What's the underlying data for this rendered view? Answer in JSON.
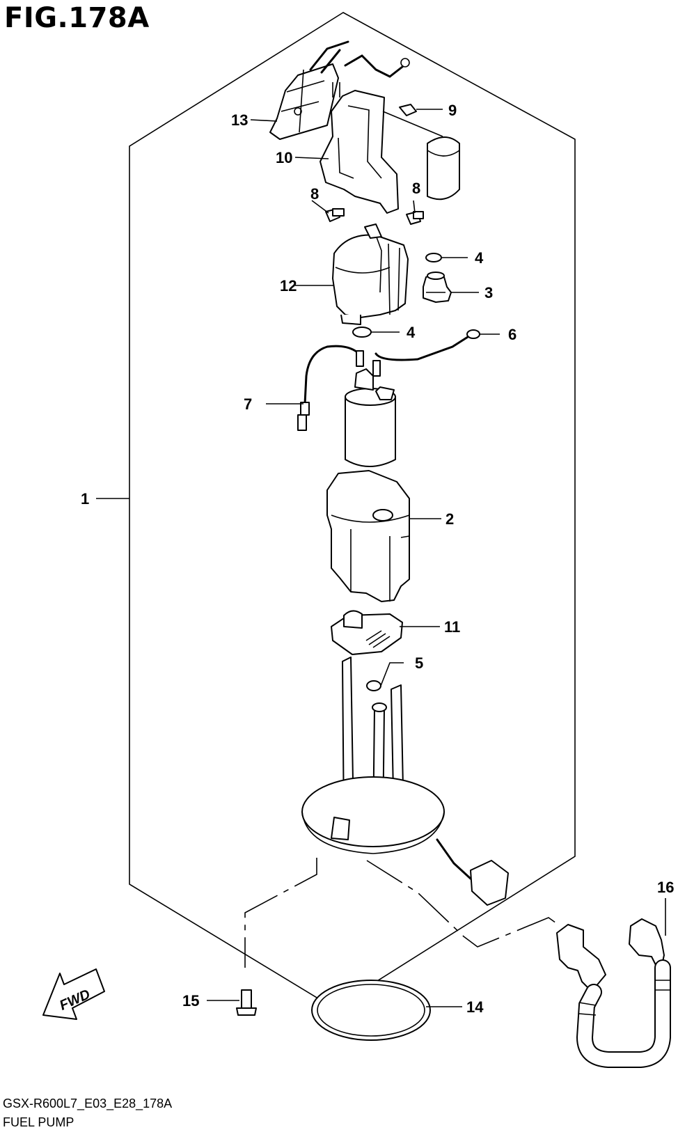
{
  "figure": {
    "title": "FIG.178A",
    "model_code": "GSX-R600L7_E03_E28_178A",
    "caption": "FUEL PUMP",
    "direction_label": "FWD"
  },
  "callouts": [
    {
      "id": "1",
      "label": "1"
    },
    {
      "id": "2",
      "label": "2"
    },
    {
      "id": "3",
      "label": "3"
    },
    {
      "id": "4a",
      "label": "4"
    },
    {
      "id": "4b",
      "label": "4"
    },
    {
      "id": "5",
      "label": "5"
    },
    {
      "id": "6",
      "label": "6"
    },
    {
      "id": "7",
      "label": "7"
    },
    {
      "id": "8a",
      "label": "8"
    },
    {
      "id": "8b",
      "label": "8"
    },
    {
      "id": "9",
      "label": "9"
    },
    {
      "id": "10",
      "label": "10"
    },
    {
      "id": "11",
      "label": "11"
    },
    {
      "id": "12",
      "label": "12"
    },
    {
      "id": "13",
      "label": "13"
    },
    {
      "id": "14",
      "label": "14"
    },
    {
      "id": "15",
      "label": "15"
    },
    {
      "id": "16",
      "label": "16"
    }
  ]
}
